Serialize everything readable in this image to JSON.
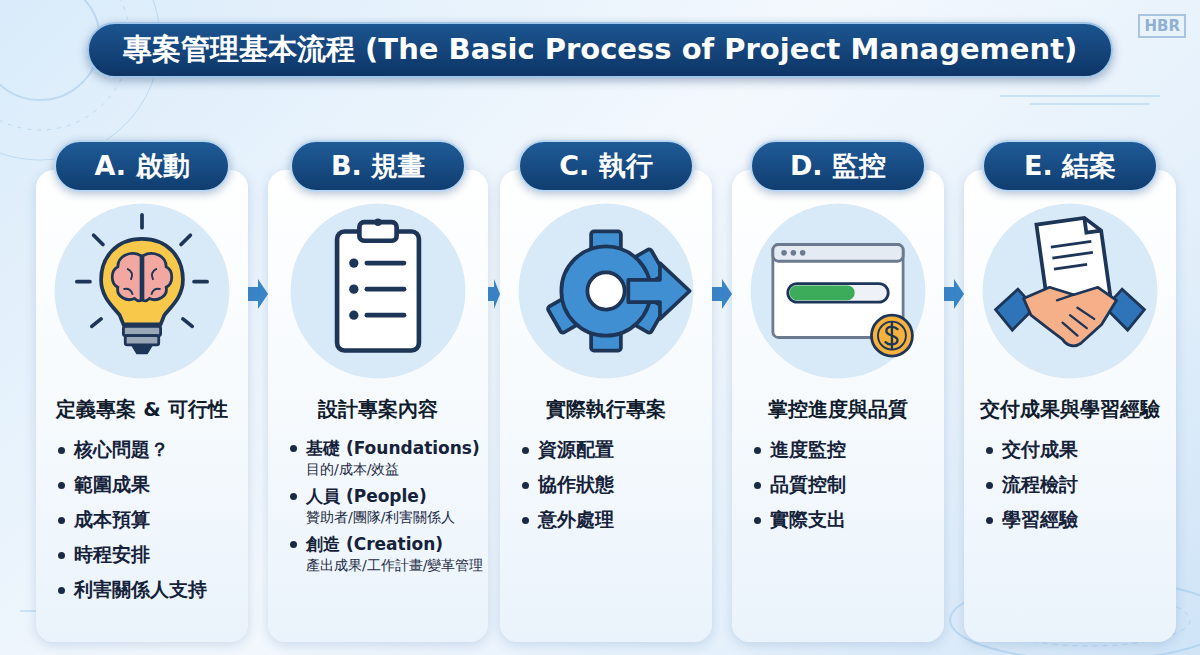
{
  "diagram": {
    "title": "專案管理基本流程 (The Basic Process of Project Management)",
    "nodes": [
      {
        "text": [
          "定義專案 & 可行性",
          "核心問題？",
          "範圍成果",
          "成本預算",
          "時程安排",
          "利害關係人支持"
        ]
      },
      {
        "text": [
          "A. 啟動"
        ],
        "in": 0
      },
      {
        "text": [
          "設計專案內容",
          "基礎 (Foundations)",
          "目的/成本/效益",
          "人員 (People)",
          "贊助者/團隊/利害關係人",
          "創造 (Creation)",
          "產出成果/工作計畫/變革管理"
        ]
      },
      {
        "text": [
          "B. 規畫"
        ],
        "in": 2
      },
      {
        "text": [
          "實際執行專案",
          "資源配置",
          "協作狀態",
          "意外處理"
        ]
      },
      {
        "text": [
          "C. 執行"
        ],
        "in": 4
      },
      {
        "text": [
          "掌控進度與品質",
          "進度監控",
          "品質控制",
          "實際支出"
        ]
      },
      {
        "text": [
          "D. 監控"
        ],
        "in": 6
      },
      {
        "text": [
          "交付成果與學習經驗",
          "交付成果",
          "流程檢討",
          "學習經驗"
        ]
      },
      {
        "text": [
          "E. 結案"
        ],
        "in": 8
      }
    ],
    "edges": [
      {
        "from": 0,
        "to": 2,
        "arrow": "to"
      },
      {
        "from": 2,
        "to": 4,
        "arrow": "to"
      },
      {
        "from": 4,
        "to": 6,
        "arrow": "to"
      },
      {
        "from": 6,
        "to": 8,
        "arrow": "to"
      }
    ],
    "labels": [
      "HBR"
    ]
  }
}
